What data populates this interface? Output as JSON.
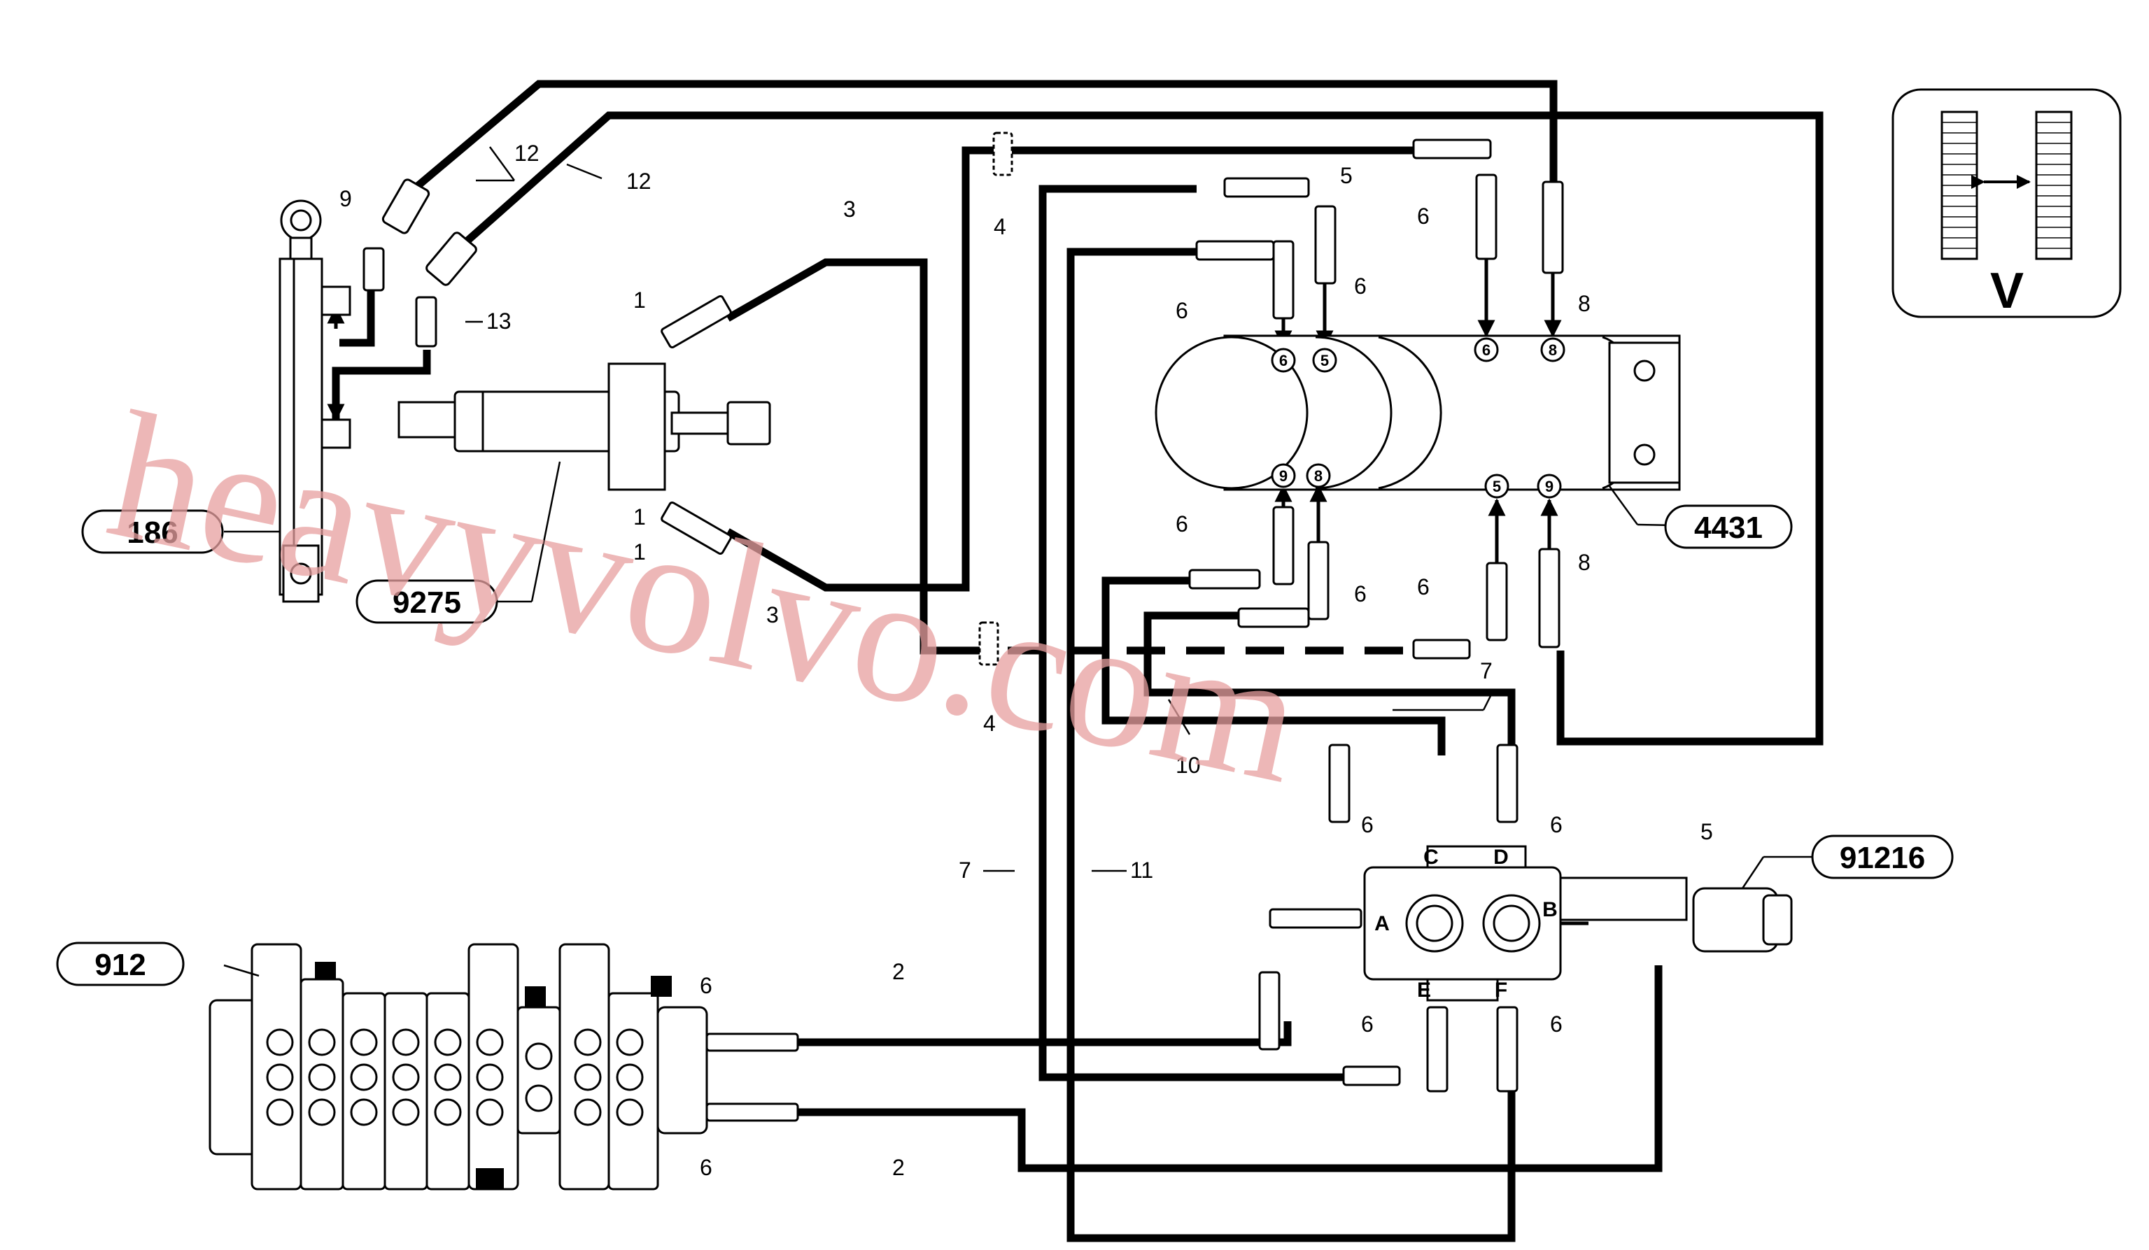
{
  "parts": {
    "p186": "186",
    "p9275": "9275",
    "p4431": "4431",
    "p912": "912",
    "p91216": "91216"
  },
  "ports": {
    "A": "A",
    "B": "B",
    "C": "C",
    "D": "D",
    "E": "E",
    "F": "F"
  },
  "refs": {
    "r1": "1",
    "r2": "2",
    "r3": "3",
    "r4": "4",
    "r5": "5",
    "r6": "6",
    "r7": "7",
    "r8": "8",
    "r9": "9",
    "r10": "10",
    "r11": "11",
    "r12": "12",
    "r13": "13"
  },
  "view": {
    "label": "V"
  },
  "watermark": "heavyvolvo.com"
}
